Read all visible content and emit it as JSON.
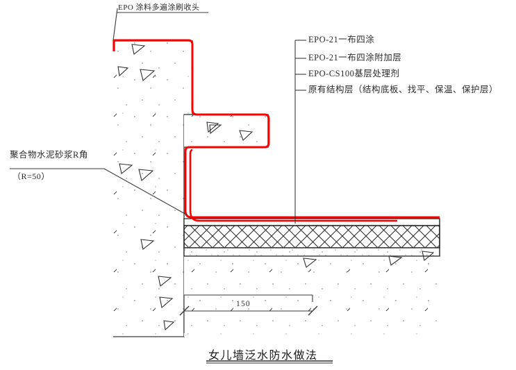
{
  "drawing": {
    "title": "女儿墙泛水防水做法",
    "top_label": "EPO 涂料多遍涂刷收头",
    "left_label_line1": "聚合物水泥砂浆R角",
    "left_label_line2": "（R=50）",
    "right_labels": [
      "EPO-21一布四涂",
      "EPO-21一布四涂附加层",
      "EPO-CS100基层处理剂",
      "原有结构层（结构底板、找平、保温、保护层）"
    ],
    "dimension": "150",
    "colors": {
      "membrane_red": "#ff0000",
      "line_black": "#3a3a3a",
      "hatch_gray": "#555555",
      "background": "#ffffff"
    }
  }
}
